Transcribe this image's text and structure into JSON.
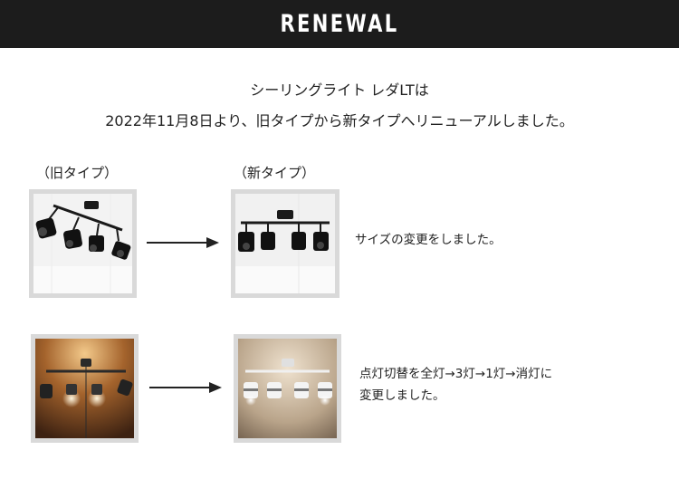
{
  "header": {
    "title": "RENEWAL"
  },
  "intro": {
    "line1": "シーリングライト レダLTは",
    "line2": "2022年11月8日より、旧タイプから新タイプへリニューアルしました。"
  },
  "labels": {
    "old": "（旧タイプ）",
    "new": "（新タイプ）"
  },
  "rows": [
    {
      "description": "サイズの変更をしました。"
    },
    {
      "description_line1": "点灯切替を全灯→3灯→1灯→消灯に",
      "description_line2": "変更しました。"
    }
  ],
  "colors": {
    "header_bg": "#1c1c1c",
    "frame": "#d9d9d9",
    "arrow": "#222222"
  }
}
